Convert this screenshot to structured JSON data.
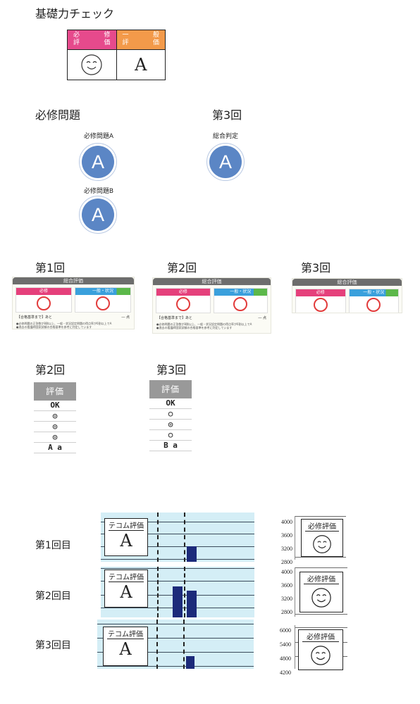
{
  "title": "基礎力チェック",
  "top_eval": {
    "required_head": [
      "必",
      "修",
      "評",
      "価"
    ],
    "general_head": [
      "一",
      "般",
      "評",
      "価"
    ],
    "required_value_icon": "smiley-face-icon",
    "general_value": "A",
    "colors": {
      "required": "#e64a8c",
      "general": "#f39a4a"
    }
  },
  "required_section": {
    "heading": "必修問題",
    "items": [
      {
        "label": "必修問題A",
        "grade": "A"
      },
      {
        "label": "必修問題B",
        "grade": "A"
      }
    ]
  },
  "third_section": {
    "heading": "第3回",
    "label": "総合判定",
    "grade": "A"
  },
  "cards_section": {
    "headings": [
      "第1回",
      "第2回",
      "第3回"
    ],
    "card_title": "総合評価",
    "panel_required": "必修",
    "panel_general": "一般・状況",
    "passing_label": "【合格基準まで】あと",
    "passing_value": "― 点",
    "notes": [
      "●必修問題の正答数が8割以上、一般・状況設定問題の得点率が6割以上でA",
      "●過去の看護師国家試験の合格基準を参考に判定しています"
    ]
  },
  "strips_section": {
    "headings": [
      "第2回",
      "第3回"
    ],
    "header_label": "評価",
    "strip2": [
      "OK",
      "◎",
      "◎",
      "◎",
      "A a"
    ],
    "strip3": [
      "OK",
      "○",
      "◎",
      "○",
      "B a"
    ]
  },
  "rows": [
    {
      "label": "第1回目",
      "tecom_title": "テコム評価",
      "tecom_value": "A",
      "hissu_title": "必修評価",
      "hissu_icon": "smiley-face-icon",
      "yticks": [
        "4000",
        "3600",
        "3200",
        "2800"
      ]
    },
    {
      "label": "第2回目",
      "tecom_title": "テコム評価",
      "tecom_value": "A",
      "hissu_title": "必修評価",
      "hissu_icon": "smiley-face-icon",
      "yticks": [
        "4000",
        "3600",
        "3200",
        "2800"
      ]
    },
    {
      "label": "第3回目",
      "tecom_title": "テコム評価",
      "tecom_value": "A",
      "hissu_title": "必修評価",
      "hissu_icon": "smiley-face-icon",
      "yticks": [
        "6000",
        "5400",
        "4800",
        "4200"
      ]
    }
  ]
}
